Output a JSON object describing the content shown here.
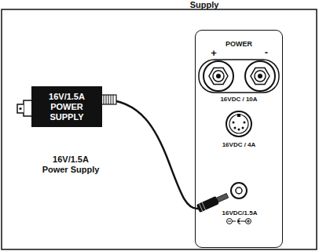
{
  "diagram": {
    "nodes": [
      {
        "text": [
          "16V/1.5A POWER SUPPLY"
        ]
      },
      {
        "text": [
          "POWER"
        ]
      },
      {
        "text": [
          "16VDC/1.5A"
        ],
        "in": 1
      }
    ],
    "edges": [
      {
        "from": 0,
        "to": 2,
        "arrow": "none"
      }
    ],
    "labels": [
      "Supply",
      "16V/1.5A Power Supply",
      "+",
      "-",
      "16VDC / 10A",
      "16VDC / 4A"
    ]
  }
}
